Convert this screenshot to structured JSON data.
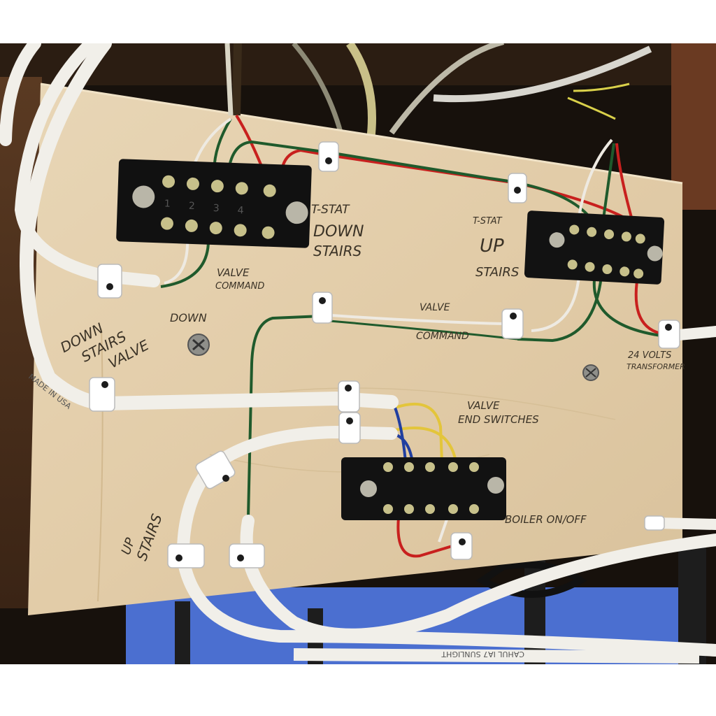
{
  "photo": {
    "subject": "Plywood-mounted low-voltage wiring board",
    "colors": {
      "frame_white": "#ffffff",
      "background_dark": "#1a1410",
      "plywood": "#e3cfae",
      "terminal_block": "#111111",
      "wire_red": "#c8201e",
      "wire_green": "#1f5a2c",
      "wire_white": "#eeeae2",
      "wire_yellow": "#e3c53b",
      "wire_blue": "#213fa0",
      "cable_jacket": "#f1efe9"
    }
  },
  "labels": {
    "tstat_down": [
      "T-STAT",
      "DOWN",
      "STAIRS"
    ],
    "tstat_up": [
      "T-STAT",
      "UP",
      "STAIRS"
    ],
    "valve_command_left": [
      "VALVE",
      "COMMAND"
    ],
    "down_faint": "DOWN",
    "downstairs_valve": [
      "DOWN",
      "STAIRS",
      "VALVE"
    ],
    "valve_command_mid_a": "VALVE",
    "valve_command_mid_b": "COMMAND",
    "transformer": [
      "24 VOLTS",
      "TRANSFORMER"
    ],
    "valve_end_switches": [
      "VALVE",
      "END SWITCHES"
    ],
    "boiler": "BOILER ON/OFF",
    "upstairs": [
      "UP",
      "STAIRS"
    ],
    "cable_print_left": "MADE IN USA",
    "cable_print_bottom": "CAHUL IA7 SUNLIGHT",
    "terminal_numbers": [
      "1",
      "2",
      "3",
      "4"
    ]
  }
}
